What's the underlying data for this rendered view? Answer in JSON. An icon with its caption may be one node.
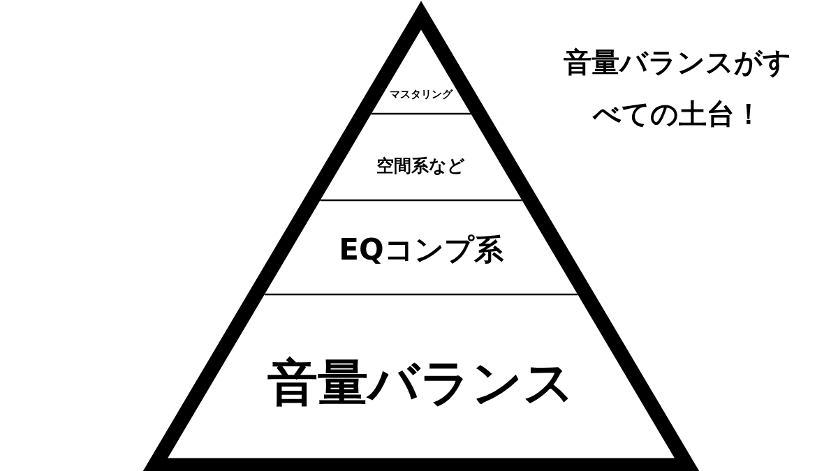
{
  "diagram": {
    "nodes": [
      {
        "text": [
          "マスタリング"
        ]
      },
      {
        "text": [
          "空間系など"
        ]
      },
      {
        "text": [
          "EQコンプ系"
        ]
      },
      {
        "text": [
          "音量バランス"
        ]
      }
    ],
    "labels": [
      "音量バランスがすべての土台！"
    ]
  }
}
